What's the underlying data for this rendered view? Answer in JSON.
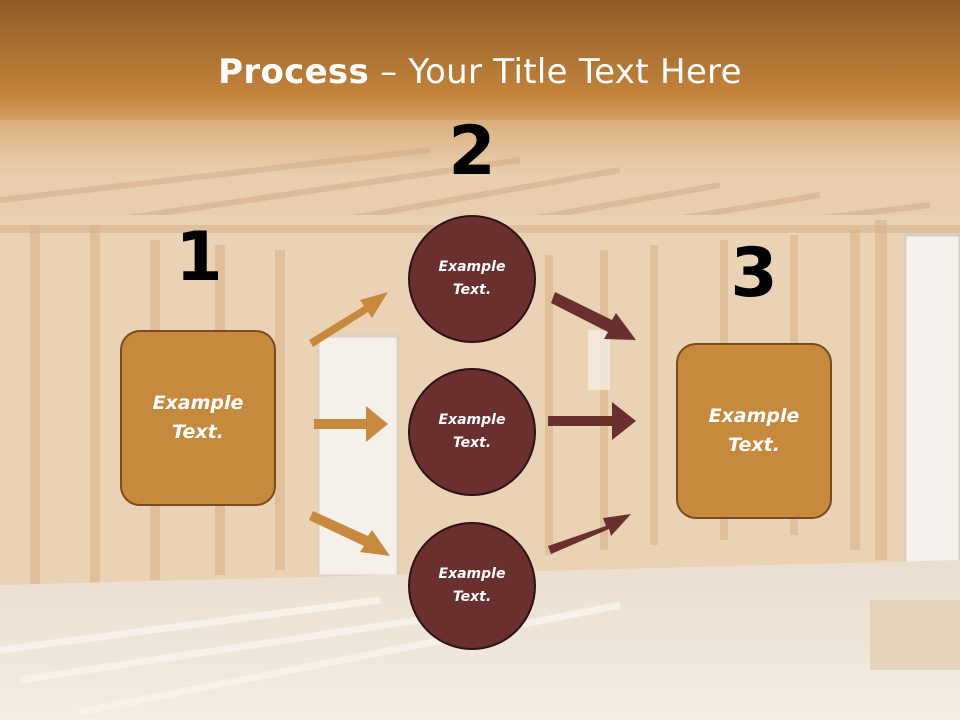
{
  "title": {
    "strong": "Process",
    "rest": " – Your Title Text Here"
  },
  "steps": [
    {
      "number": "1",
      "box_text": "Example Text."
    },
    {
      "number": "2",
      "circles": [
        "Example Text.",
        "Example Text.",
        "Example Text."
      ]
    },
    {
      "number": "3",
      "box_text": "Example Text."
    }
  ],
  "colors": {
    "banner": "#b97a35",
    "box_fill": "#c6893d",
    "box_border": "#7a4b1f",
    "circle_fill": "#6a3030",
    "arrow_orange": "#c6893d",
    "arrow_maroon": "#6a3030"
  }
}
